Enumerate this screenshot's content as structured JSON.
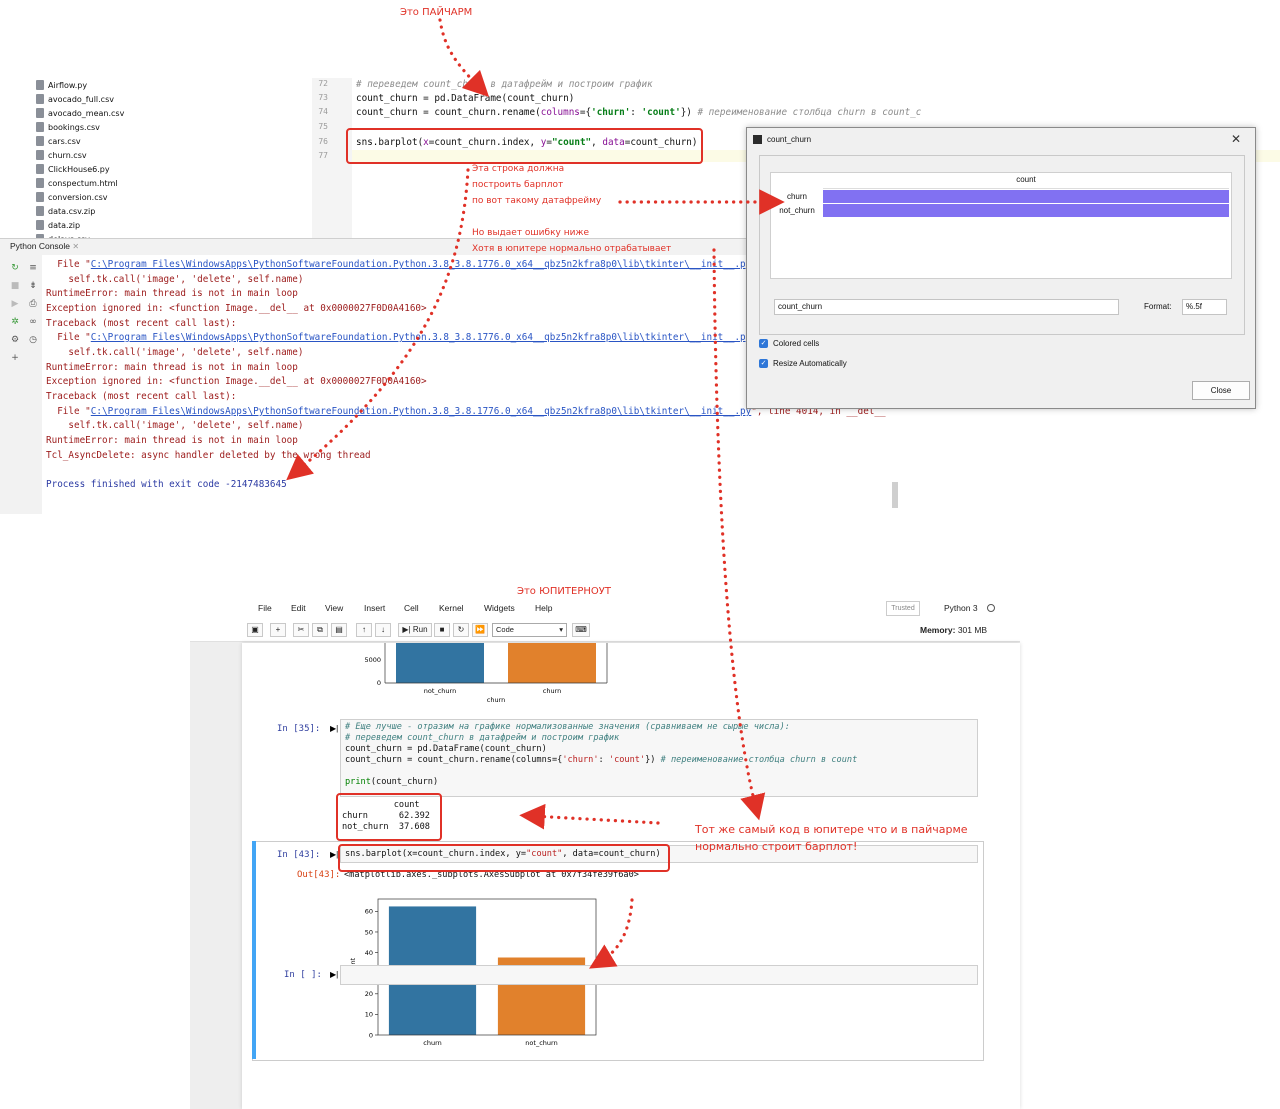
{
  "annotations": {
    "pycharm_title": "Это ПАЙЧАРМ",
    "should_line1": "Эта строка должна",
    "should_line2": "построить барплот",
    "should_line3": "по вот такому датафрейму",
    "error_line1": "Но выдает ошибку ниже",
    "error_line2": "Хотя в юпитере нормально отрабатывает",
    "jupyter_title": "Это ЮПИТЕРНОУТ",
    "same_code_line1": "Тот же самый код в юпитере что и в пайчарме",
    "same_code_line2": "нормально строит барплот!"
  },
  "pycharm": {
    "files": [
      "Airflow.py",
      "avocado_full.csv",
      "avocado_mean.csv",
      "bookings.csv",
      "cars.csv",
      "churn.csv",
      "ClickHouse6.py",
      "conspectum.html",
      "conversion.csv",
      "data.csv.zip",
      "data.zip",
      "delays.csv"
    ],
    "line_numbers": [
      "72",
      "73",
      "74",
      "75",
      "76",
      "77"
    ],
    "code": {
      "l72": "# переведем count_churn в датафрейм и построим график",
      "l73": "count_churn = pd.DataFrame(count_churn)",
      "l74_a": "count_churn = count_churn.rename(",
      "l74_b": "columns",
      "l74_c": "={",
      "l74_d": "'churn'",
      "l74_e": ": ",
      "l74_f": "'count'",
      "l74_g": "}) ",
      "l74_h": "# переименование столбца churn в count_c",
      "l76_a": "sns.barplot(",
      "l76_b": "x",
      "l76_c": "=count_churn.index, ",
      "l76_d": "y",
      "l76_e": "=",
      "l76_f": "\"count\"",
      "l76_g": ", ",
      "l76_h": "data",
      "l76_i": "=count_churn)"
    },
    "console_tab": "Python Console",
    "console": {
      "file_prefix": "  File \"",
      "path": "C:\\Program Files\\WindowsApps\\PythonSoftwareFoundation.Python.3.8_3.8.1776.0_x64__qbz5n2kfra8p0\\lib\\tkinter\\__init__.py",
      "path_short": "C:\\Program Files\\WindowsApps\\PythonSoftwareFoundation.Python.3.8_3.8.1776.0_x64__qbz5n2kfra8p0\\lib\\tkinter\\__init__.py",
      "suffix": "\", line 4014, in __del__",
      "call": "    self.tk.call('image', 'delete', self.name)",
      "runtime": "RuntimeError: main thread is not in main loop",
      "exc": "Exception ignored in: <function Image.__del__ at 0x0000027F0D0A4160>",
      "traceback": "Traceback (most recent call last):",
      "tcl": "Tcl_AsyncDelete: async handler deleted by the wrong thread",
      "finished": "Process finished with exit code -2147483645"
    },
    "dialog": {
      "title": "count_churn",
      "close_glyph": "✕",
      "column": "count",
      "rows": [
        "churn",
        "not_churn"
      ],
      "name_value": "count_churn",
      "format_label": "Format:",
      "format_value": "%.5f",
      "colored_cells": "Colored cells",
      "resize_auto": "Resize Automatically",
      "close_button": "Close"
    }
  },
  "jupyter": {
    "menu": [
      "File",
      "Edit",
      "View",
      "Insert",
      "Cell",
      "Kernel",
      "Widgets",
      "Help"
    ],
    "trusted": "Trusted",
    "kernel": "Python 3",
    "run_label": "Run",
    "cell_type": "Code",
    "memory_label": "Memory:",
    "memory_value": "301 MB",
    "prev_chart": {
      "ytick_5000": "5000",
      "ytick_0": "0",
      "xticks": [
        "not_churn",
        "churn"
      ],
      "xlabel": "churn"
    },
    "cell35": {
      "prompt": "In [35]:",
      "c1": "# Еще лучше - отразим на графике нормализованные значения (сравниваем не сырые числа):",
      "c2": "# переведем count_churn в датафрейм и построим график",
      "c3": "count_churn = pd.DataFrame(count_churn)",
      "c4_a": "count_churn = count_churn.rename(columns={",
      "c4_b": "'churn'",
      "c4_c": ": ",
      "c4_d": "'count'",
      "c4_e": "}) ",
      "c4_f": "# переименование столбца churn в count",
      "c6_a": "print",
      "c6_b": "(count_churn)",
      "out_header": "          count",
      "out_r1": "churn      62.392",
      "out_r2": "not_churn  37.608"
    },
    "cell43": {
      "prompt": "In [43]:",
      "out_prompt": "Out[43]:",
      "code_a": "sns.barplot(x=count_churn.index, y=",
      "code_b": "\"count\"",
      "code_c": ", data=count_churn)",
      "out_text": "<matplotlib.axes._subplots.AxesSubplot at 0x7f34fe39f6a0>"
    },
    "empty_prompt": "In [ ]:"
  },
  "chart_data": {
    "type": "bar",
    "categories": [
      "churn",
      "not_churn"
    ],
    "values": [
      62.392,
      37.608
    ],
    "ylabel": "count",
    "xlabel": "",
    "ylim": [
      0,
      66
    ],
    "yticks": [
      "0",
      "10",
      "20",
      "30",
      "40",
      "50",
      "60"
    ],
    "colors": [
      "#3274a1",
      "#e1812c"
    ]
  }
}
